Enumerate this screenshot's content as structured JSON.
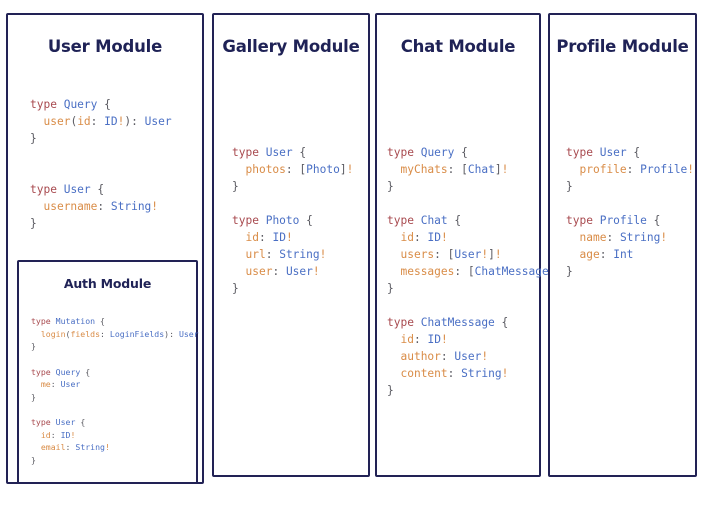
{
  "canvas": {
    "background": "#ffffff",
    "border_color": "#222255",
    "heading_color": "#1f2256"
  },
  "syntax_colors": {
    "keyword": "#a84a4f",
    "type_name": "#4a6fc4",
    "field_name": "#d98c47",
    "punctuation": "#5c5c63"
  },
  "modules": [
    {
      "id": "user",
      "title": "User Module",
      "code": "type Query {\n  user(id: ID!): User\n}\n\n\ntype User {\n  username: String!\n}",
      "nested": {
        "id": "auth",
        "title": "Auth Module",
        "code": "type Mutation {\n  login(fields: LoginFields): User\n}\n\ntype Query {\n  me: User\n}\n\ntype User {\n  id: ID!\n  email: String!\n}"
      }
    },
    {
      "id": "gallery",
      "title": "Gallery Module",
      "code": "type User {\n  photos: [Photo]!\n}\n\ntype Photo {\n  id: ID!\n  url: String!\n  user: User!\n}"
    },
    {
      "id": "chat",
      "title": "Chat Module",
      "code": "type Query {\n  myChats: [Chat]!\n}\n\ntype Chat {\n  id: ID!\n  users: [User!]!\n  messages: [ChatMessage]!\n}\n\ntype ChatMessage {\n  id: ID!\n  author: User!\n  content: String!\n}"
    },
    {
      "id": "profile",
      "title": "Profile Module",
      "code": "type User {\n  profile: Profile!\n}\n\ntype Profile {\n  name: String!\n  age: Int\n}"
    }
  ]
}
